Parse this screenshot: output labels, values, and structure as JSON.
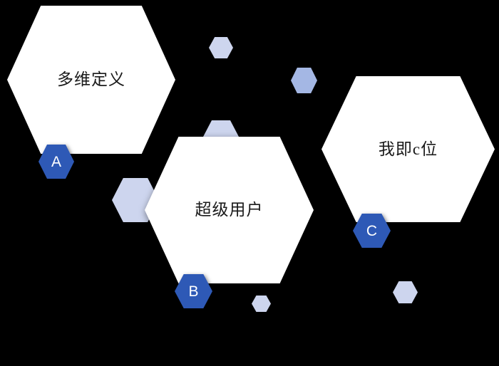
{
  "slide": {
    "background_color": "#000000",
    "hexagons": [
      {
        "label": "多维定义",
        "badge_letter": "A"
      },
      {
        "label": "超级用户",
        "badge_letter": "B"
      },
      {
        "label": "我即c位",
        "badge_letter": "C"
      }
    ],
    "colors": {
      "card_fill": "#ffffff",
      "card_text": "#1a1a1a",
      "badge_fill": "#2e59b6",
      "badge_text": "#ffffff",
      "decor_light": "#cdd5ee",
      "decor_medium": "#a4b7e4"
    }
  }
}
